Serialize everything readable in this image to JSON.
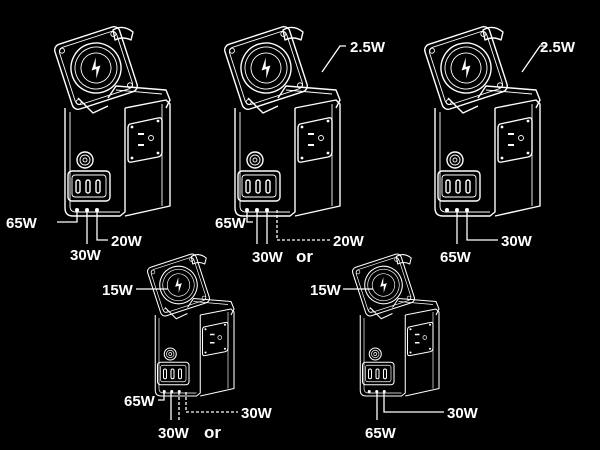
{
  "title": "Charging power distribution by port configuration",
  "configs": [
    {
      "labels": {
        "usb_c1": "65W",
        "usb_c2": "30W",
        "usb_c3": "20W"
      }
    },
    {
      "labels": {
        "wireless": "2.5W",
        "usb_c1": "65W",
        "usb_c2": "30W",
        "or": "or",
        "usb_c3": "20W"
      }
    },
    {
      "labels": {
        "wireless": "2.5W",
        "usb_c1": "65W",
        "usb_c2": "30W"
      }
    },
    {
      "labels": {
        "wireless": "15W",
        "usb_c1": "65W",
        "usb_c2": "30W",
        "or": "or",
        "usb_c3": "30W"
      }
    },
    {
      "labels": {
        "wireless": "15W",
        "usb_c1": "65W",
        "usb_c2": "30W"
      }
    }
  ],
  "icons": [
    "power-station",
    "wireless-charging-pad",
    "lightning-bolt-icon",
    "ac-outlet",
    "usb-c-ports"
  ]
}
